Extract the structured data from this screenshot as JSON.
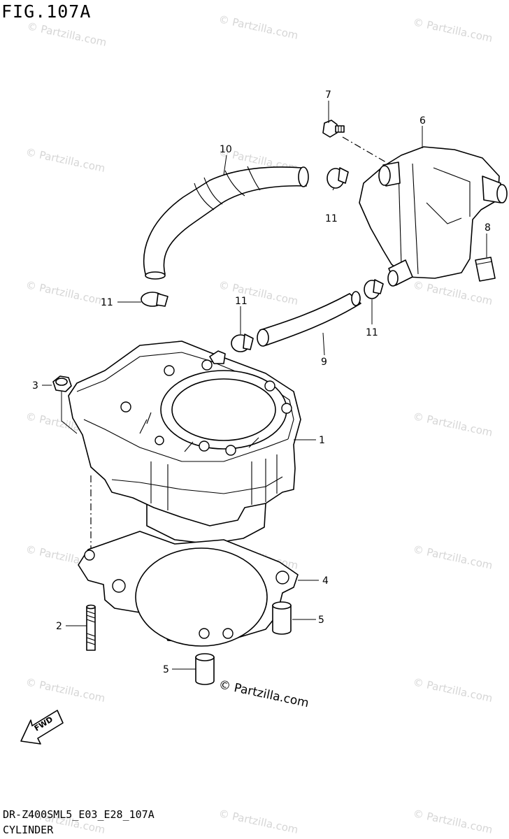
{
  "figure": {
    "title": "FIG.107A"
  },
  "footer": {
    "code": "DR-Z400SML5_E03_E28_107A",
    "name": "CYLINDER"
  },
  "watermark": {
    "short": "© Partzilla.com",
    "main": "© Partzilla.com"
  },
  "callouts": {
    "c1": "1",
    "c2": "2",
    "c3": "3",
    "c4": "4",
    "c5a": "5",
    "c5b": "5",
    "c6": "6",
    "c7": "7",
    "c8": "8",
    "c9": "9",
    "c10": "10",
    "c11a": "11",
    "c11b": "11",
    "c11c": "11",
    "c11d": "11"
  },
  "fwd_label": "FWD"
}
